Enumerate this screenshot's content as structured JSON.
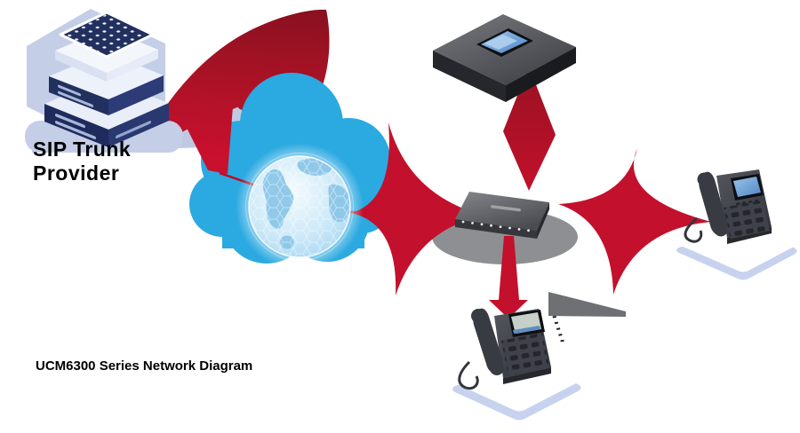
{
  "labels": {
    "server_line1": "SIP Trunk",
    "server_line2": "Provider",
    "caption": "UCM6300 Series Network Diagram"
  },
  "diagram": {
    "nodes": [
      {
        "name": "sip-server",
        "icon": "server-stack-icon",
        "position": "top-left"
      },
      {
        "name": "internet-cloud",
        "icon": "cloud-globe-icon",
        "position": "center-left"
      },
      {
        "name": "ucm-ippbx",
        "icon": "ippbx-appliance-icon",
        "position": "top-center"
      },
      {
        "name": "router",
        "icon": "router-icon",
        "position": "center"
      },
      {
        "name": "ip-phone-right",
        "icon": "desk-phone-icon",
        "position": "right"
      },
      {
        "name": "ip-phone-bottom",
        "icon": "desk-phone-icon",
        "position": "bottom-center"
      }
    ],
    "connections": [
      {
        "from": "internet-cloud",
        "to": "sip-server",
        "style": "red-swoosh-arrow"
      },
      {
        "from": "internet-cloud",
        "to": "router",
        "style": "red-crossing-double-arrows"
      },
      {
        "from": "ucm-ippbx",
        "to": "router",
        "style": "red-kite-arrow"
      },
      {
        "from": "router",
        "to": "ip-phone-right",
        "style": "red-crossing-double-arrows"
      },
      {
        "from": "router",
        "to": "ip-phone-bottom",
        "style": "red-down-arrow"
      }
    ],
    "colors": {
      "arrow_red": "#C3102C",
      "arrow_dark_red": "#871120",
      "cloud_blue": "#2BA9E1",
      "periwinkle": "#BFC9E2",
      "server_navy": "#1F2B5C",
      "platform_edge": "#C7D2EE",
      "device_gray": "#3F424A",
      "screen_blue": "#4F88C4",
      "text": "#000000"
    }
  }
}
